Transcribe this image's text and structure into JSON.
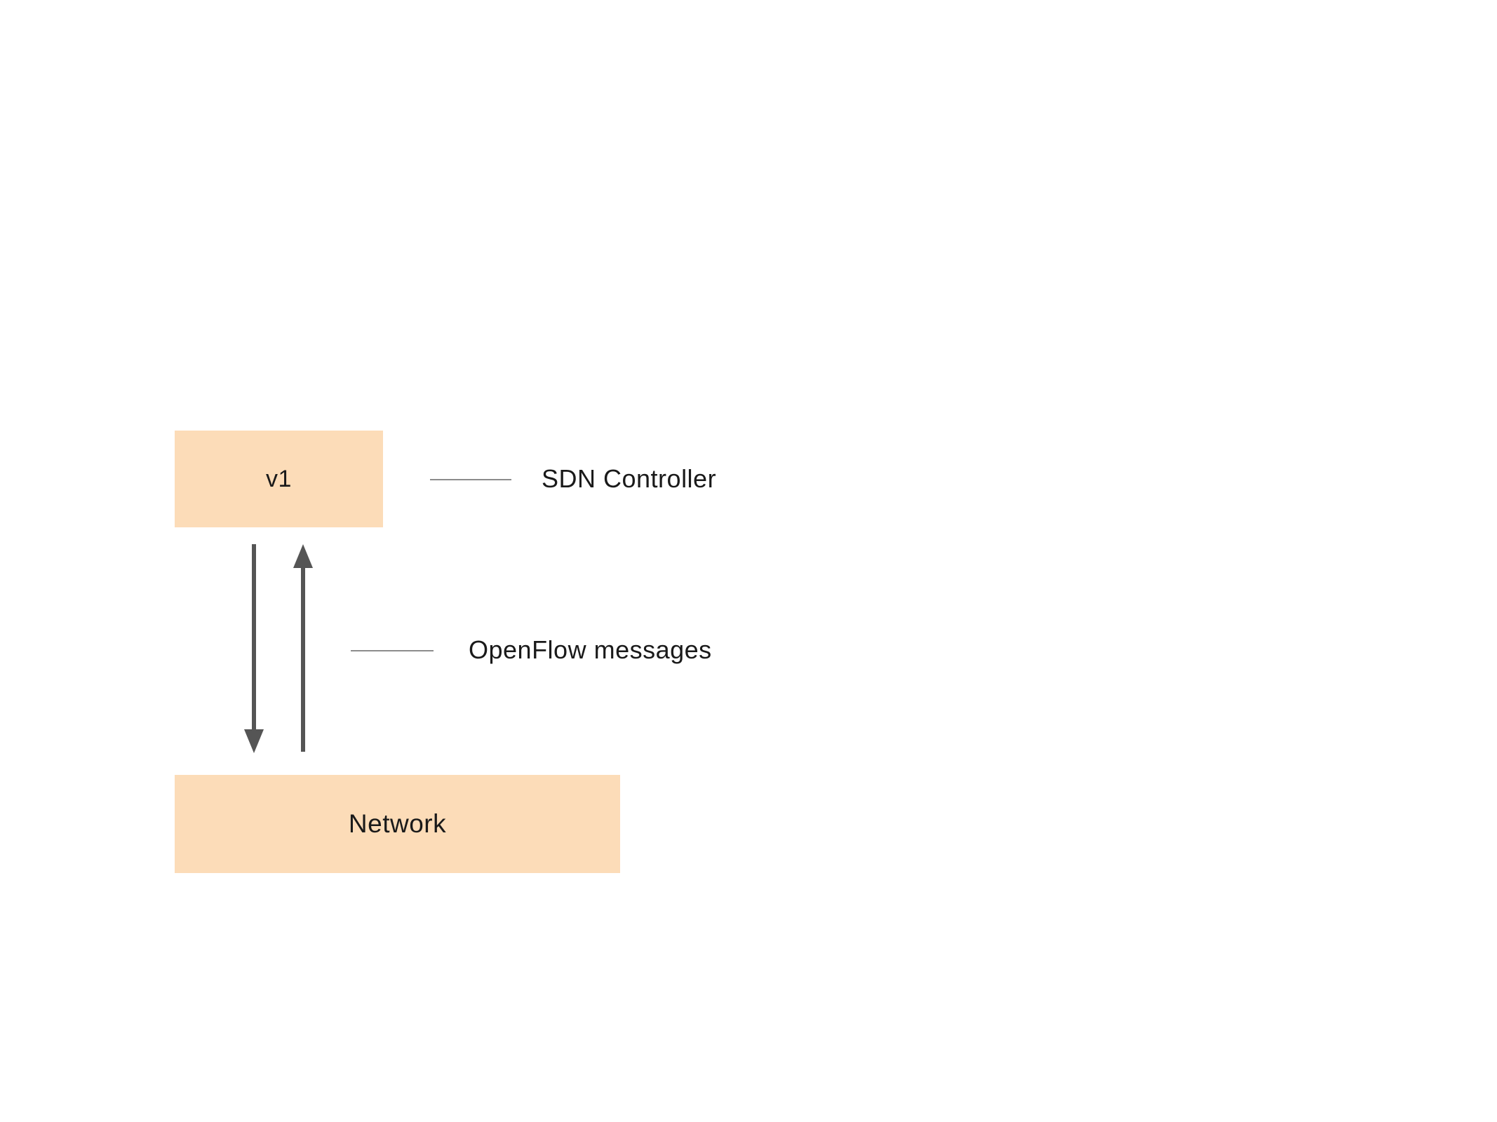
{
  "diagram": {
    "nodes": {
      "controller_box": {
        "label": "v1"
      },
      "network_box": {
        "label": "Network"
      }
    },
    "annotations": {
      "controller_label": "SDN Controller",
      "messages_label": "OpenFlow messages"
    },
    "arrows": [
      {
        "name": "controller-to-network",
        "direction": "down"
      },
      {
        "name": "network-to-controller",
        "direction": "up"
      }
    ],
    "colors": {
      "box_fill": "#fcdcb8",
      "arrow": "#555555",
      "connector_line": "#8c8c8c",
      "text": "#1a1a1a",
      "background": "#ffffff"
    }
  }
}
